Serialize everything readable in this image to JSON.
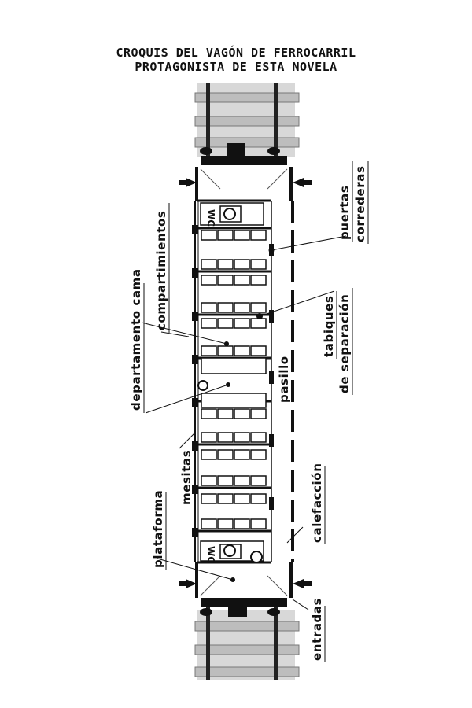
{
  "title": {
    "line1": "CROQUIS DEL VAGÓN DE FERROCARRIL",
    "line2": "PROTAGONISTA DE ESTA NOVELA"
  },
  "labels": {
    "puertas": "puertas",
    "correderas": "correderas",
    "compartimientos": "compartimientos",
    "departamento_cama": "departamento cama",
    "tabiques": "tabiques",
    "de_separacion": "de separación",
    "pasillo": "pasillo",
    "mesitas": "mesitas",
    "plataforma": "plataforma",
    "calefaccion": "calefacción",
    "entradas": "entradas",
    "wc_top": "WC",
    "wc_bottom": "WC"
  },
  "colors": {
    "ink": "#111111",
    "paper": "#ffffff",
    "track": "#9a9a9a"
  }
}
